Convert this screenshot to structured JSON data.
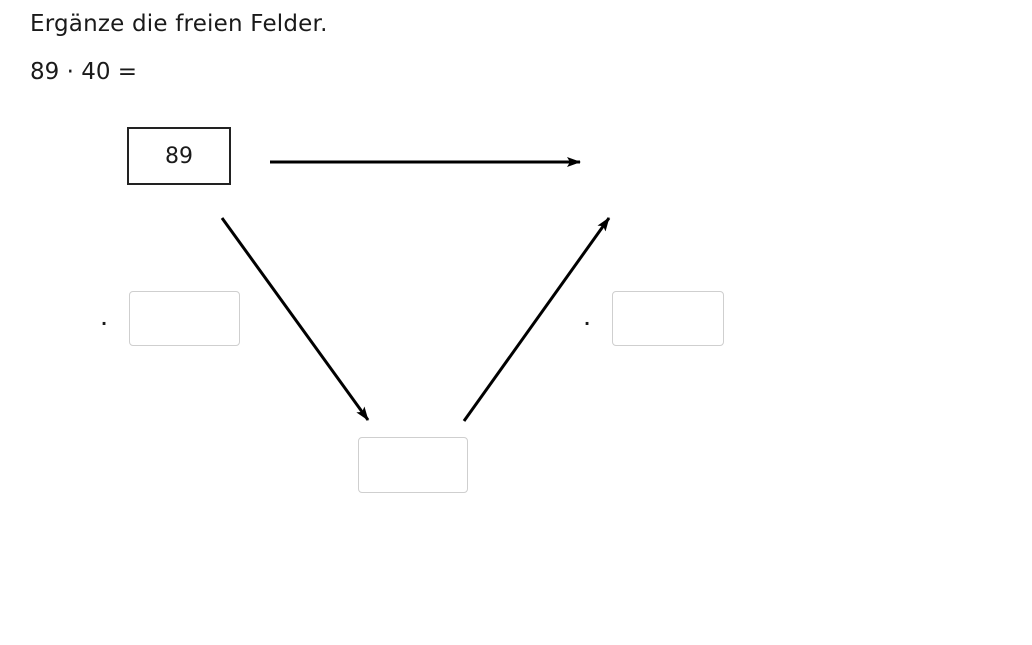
{
  "instruction": "Ergänze die freien Felder.",
  "equation": "89 · 40 =",
  "start_value": "89",
  "left_operator": "·",
  "right_operator": "·",
  "fields": {
    "left_factor": "",
    "right_factor": "",
    "intermediate": ""
  },
  "colors": {
    "arrow": "#000000",
    "field_border": "#cfcfcf",
    "start_box_border": "#222222"
  }
}
